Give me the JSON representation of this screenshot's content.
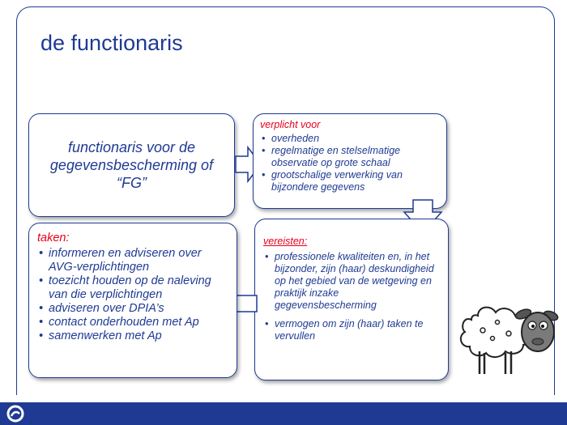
{
  "slide": {
    "title": "de functionaris",
    "box_fg": {
      "text": "functionaris voor de gegevensbescherming of “FG”"
    },
    "box_verplicht": {
      "header": "verplicht voor",
      "items": [
        "overheden",
        "regelmatige en stelselmatige observatie op grote schaal",
        "grootschalige verwerking van bijzondere gegevens"
      ]
    },
    "box_vereisten": {
      "header": "vereisten:",
      "items": [
        "professionele kwaliteiten en, in het bijzonder, zijn (haar) deskundigheid op het gebied van de wetgeving en praktijk inzake gegevensbescherming",
        "vermogen om zijn (haar) taken te vervullen"
      ]
    },
    "box_taken": {
      "header": "taken:",
      "items": [
        "informeren en adviseren over AVG-verplichtingen",
        "toezicht houden op de naleving van die verplichtingen",
        "adviseren over DPIA’s",
        "contact onderhouden met Ap",
        "samenwerken met Ap"
      ]
    }
  },
  "colors": {
    "accent": "#1f3a93",
    "highlight": "#e8001c",
    "footer": "#1f3a93"
  },
  "icons": {
    "logo": "swirl-logo-icon",
    "illustration": "sheep-icon"
  }
}
